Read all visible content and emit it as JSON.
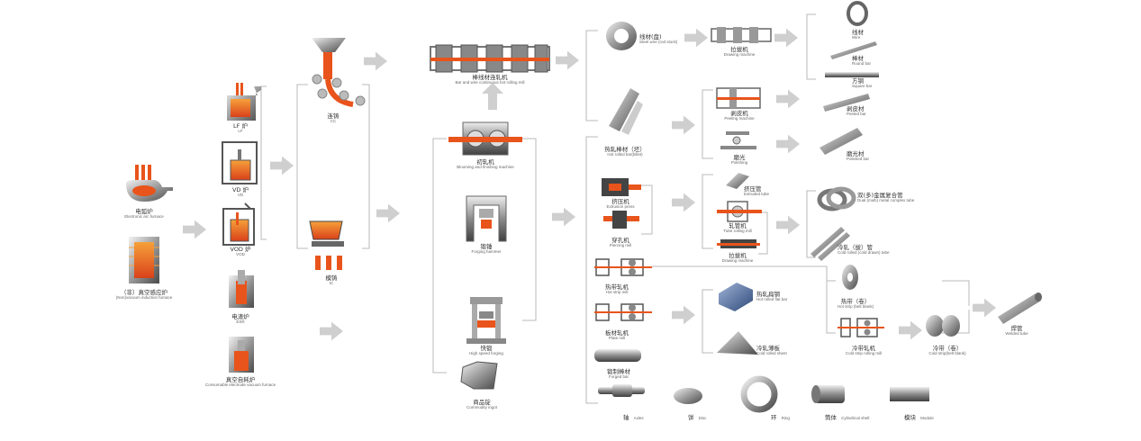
{
  "colors": {
    "molten": "#e8541b",
    "molten_light": "#f6a13a",
    "steel_dark": "#555555",
    "steel": "#9a9a9a",
    "steel_light": "#d6d6d6",
    "arrow": "#cfcfcf",
    "line": "#b8b8b8"
  },
  "nodes": {
    "eaf": {
      "zh": "电弧炉",
      "en": "Electronic arc furnace"
    },
    "vim": {
      "zh": "（非）真空感应炉",
      "en": "(Non)vacuum induction furnace"
    },
    "lf": {
      "zh": "LF 炉",
      "en": "LF"
    },
    "vd": {
      "zh": "VD 炉",
      "en": "VD"
    },
    "vod": {
      "zh": "VOD 炉",
      "en": "VOD"
    },
    "esr": {
      "zh": "电渣炉",
      "en": "ESR"
    },
    "var": {
      "zh": "真空自耗炉",
      "en": "Consumable electrode vacuum furnace"
    },
    "cc": {
      "zh": "连铸",
      "en": "CC"
    },
    "ic": {
      "zh": "模铸",
      "en": "IC"
    },
    "bar_mill": {
      "zh": "棒线材连轧机",
      "en": "Bar and wire continuous hot rolling mill"
    },
    "blooming": {
      "zh": "初轧机",
      "en": "Blooming and finishing machine"
    },
    "forging_hammer": {
      "zh": "锻锤",
      "en": "Forging hammer"
    },
    "hs_forging": {
      "zh": "快锻",
      "en": "High speed forging"
    },
    "ingot": {
      "zh": "商品锭",
      "en": "Commodity ingot"
    },
    "wire_rod": {
      "zh": "线材(盘)",
      "en": "Steel wire (rod stock)"
    },
    "hot_bar": {
      "zh": "热轧棒材（坯）",
      "en": "Hot rolled bar(billet)"
    },
    "extrusion": {
      "zh": "挤压机",
      "en": "Extrusion press"
    },
    "piercing": {
      "zh": "穿孔机",
      "en": "Piercing mill"
    },
    "hot_strip": {
      "zh": "热带轧机",
      "en": "Hot strip mill"
    },
    "plate_mill": {
      "zh": "板材轧机",
      "en": "Plate mill"
    },
    "forged_bar": {
      "zh": "锻制棒材",
      "en": "Forged bar"
    },
    "drawing1": {
      "zh": "拉拔机",
      "en": "Drawing machine"
    },
    "peeling": {
      "zh": "剥皮机",
      "en": "Peeling machine"
    },
    "polishing": {
      "zh": "磨光",
      "en": "Polishing"
    },
    "extruded_tube": {
      "zh": "挤压管",
      "en": "Extruded tube"
    },
    "tube_mill": {
      "zh": "轧管机",
      "en": "Tube rolling mill"
    },
    "drawing2": {
      "zh": "拉拔机",
      "en": "Drawing machine"
    },
    "hot_flat": {
      "zh": "热轧扁钢",
      "en": "Hot rolled flat bar"
    },
    "cold_sheet": {
      "zh": "冷轧薄板",
      "en": "Cold rolled sheet"
    },
    "wire": {
      "zh": "线材",
      "en": "Wire"
    },
    "round_bar": {
      "zh": "棒材",
      "en": "Round bar"
    },
    "square_bar": {
      "zh": "方钢",
      "en": "Square bar"
    },
    "peeled_bar": {
      "zh": "剥皮材",
      "en": "Peeled bar"
    },
    "polished_bar": {
      "zh": "磨光材",
      "en": "Polished bar"
    },
    "dual_tube": {
      "zh": "双(多)金属复合管",
      "en": "Dual (multi) metal complex tube"
    },
    "cold_tube": {
      "zh": "冷轧（拔）管",
      "en": "Cold rolled (cold drawn) tube"
    },
    "hot_strip_coil": {
      "zh": "热带（卷）",
      "en": "Hot strip (belt blank)"
    },
    "cold_strip_mill": {
      "zh": "冷带轧机",
      "en": "Cold strip rolling mill"
    },
    "cold_strip": {
      "zh": "冷带（卷）",
      "en": "Cold strip(belt blank)"
    },
    "welded_tube": {
      "zh": "焊管",
      "en": "Welded tube"
    },
    "axles": {
      "zh": "轴",
      "en": "Axles"
    },
    "disc": {
      "zh": "饼",
      "en": "Disc"
    },
    "ring": {
      "zh": "环",
      "en": "Ring"
    },
    "shell": {
      "zh": "筒体",
      "en": "Cylindrical shell"
    },
    "module": {
      "zh": "模块",
      "en": "Module"
    }
  }
}
